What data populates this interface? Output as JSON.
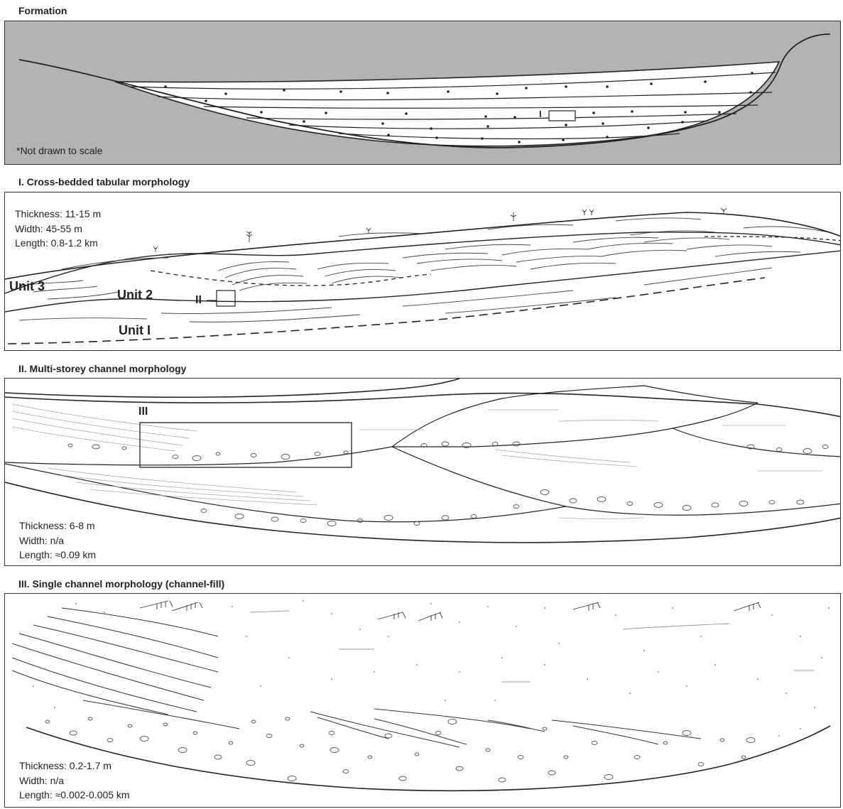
{
  "formation": {
    "title": "Formation",
    "note": "*Not drawn to scale",
    "marker": "I"
  },
  "panel1": {
    "title": "I. Cross-bedded tabular morphology",
    "thickness": "Thickness: 11-15 m",
    "width": "Width: 45-55 m",
    "length": "Length: 0.8-1.2 km",
    "unit3": "Unit 3",
    "unit2": "Unit 2",
    "unit1": "Unit I",
    "marker": "II"
  },
  "panel2": {
    "title": "II. Multi-storey channel morphology",
    "thickness": "Thickness: 6-8 m",
    "width": "Width: n/a",
    "length": "Length: ≈0.09 km",
    "marker": "III"
  },
  "panel3": {
    "title": "III. Single channel morphology (channel-fill)",
    "thickness": "Thickness: 0.2-1.7 m",
    "width": "Width: n/a",
    "length": "Length: ≈0.002-0.005 km"
  },
  "colors": {
    "rock": "#b3b3b3",
    "line": "#222222",
    "light": "#999999"
  }
}
